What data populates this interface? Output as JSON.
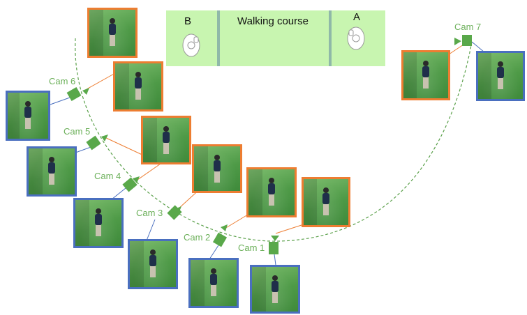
{
  "course": {
    "title": "Walking course",
    "left_end": "B",
    "right_end": "A"
  },
  "cameras": [
    {
      "label": "Cam 1"
    },
    {
      "label": "Cam 2"
    },
    {
      "label": "Cam 3"
    },
    {
      "label": "Cam 4"
    },
    {
      "label": "Cam 5"
    },
    {
      "label": "Cam 6"
    },
    {
      "label": "Cam 7"
    }
  ],
  "colors": {
    "orange_border": "#ed7d31",
    "blue_border": "#4a6fbf",
    "camera_green": "#59a84a",
    "path_green": "#5aa04a",
    "panel_bg": "#c8f5b0",
    "arrow_orange": "#ed7d31",
    "arrow_blue": "#4a6fd1"
  }
}
